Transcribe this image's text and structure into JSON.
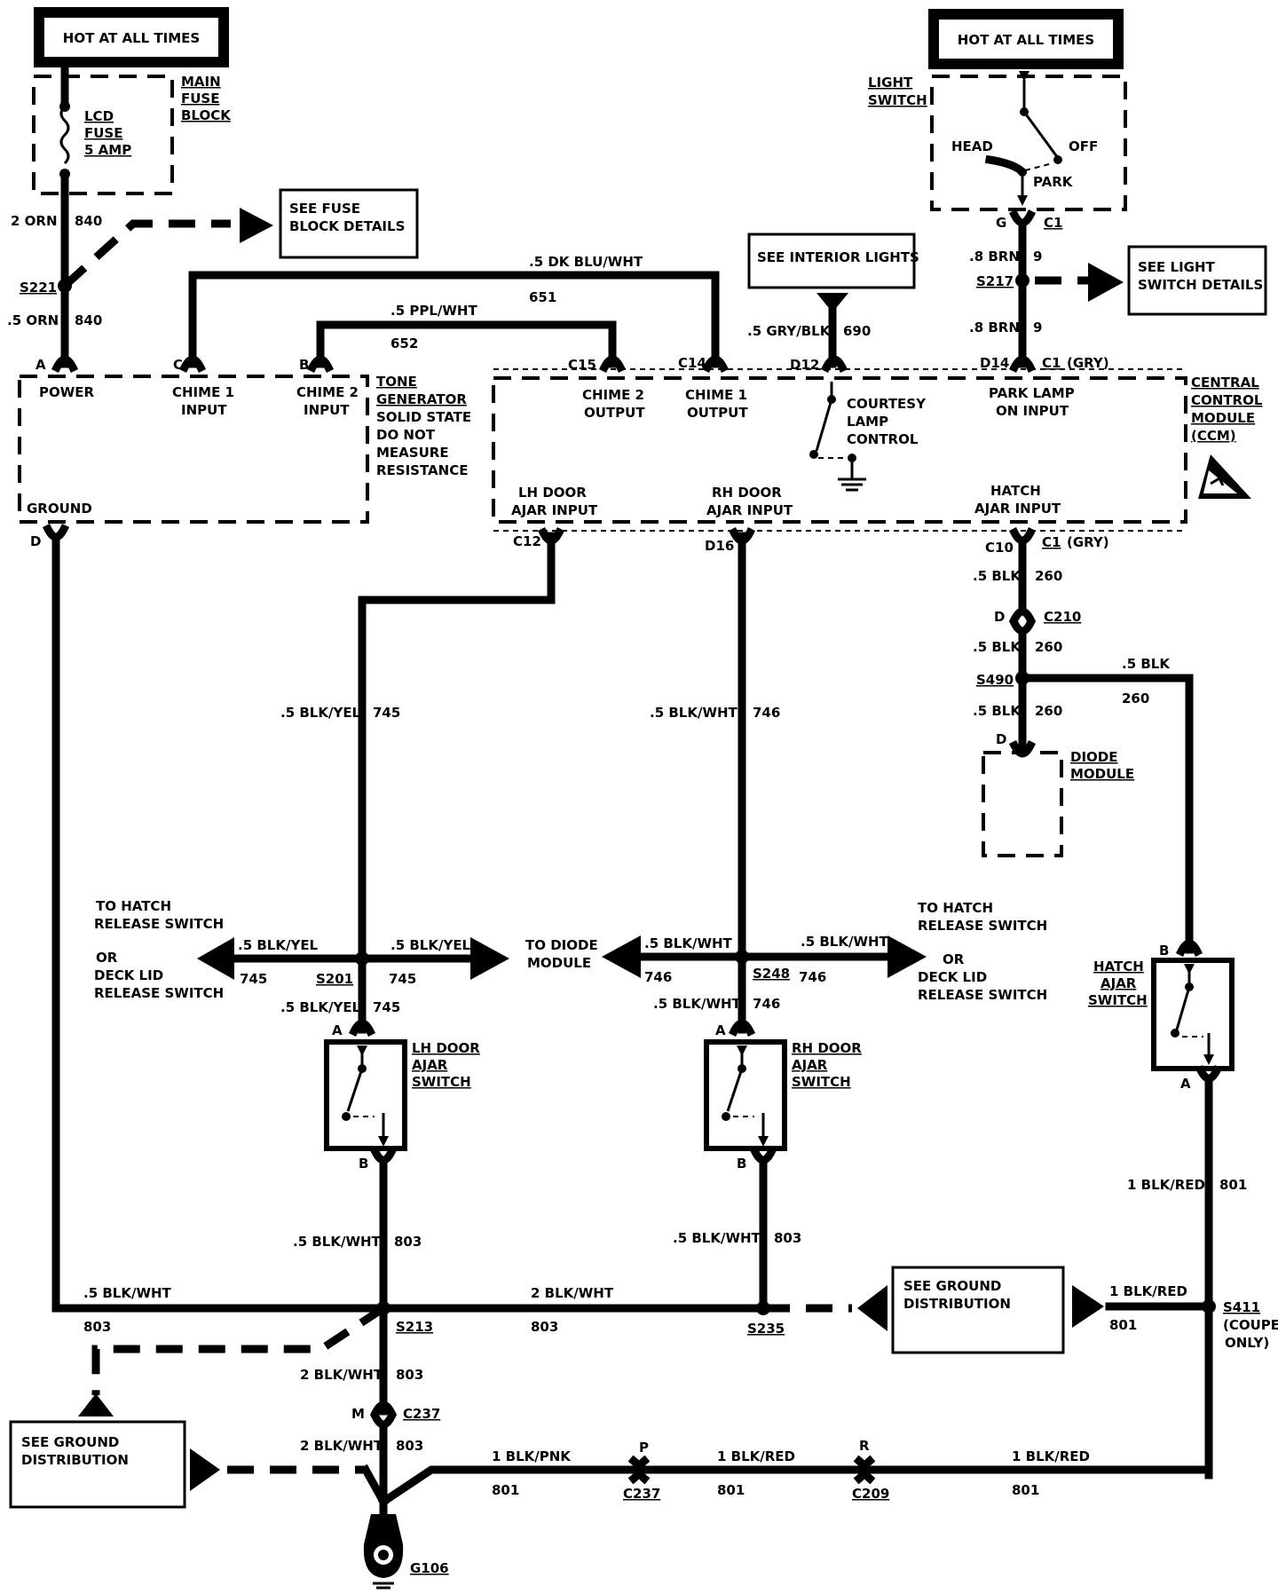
{
  "hot_left": "HOT AT ALL TIMES",
  "hot_right": "HOT AT ALL TIMES",
  "main_fuse_block": [
    "MAIN",
    "FUSE",
    "BLOCK"
  ],
  "lcd_fuse": [
    "LCD",
    "FUSE",
    "5 AMP"
  ],
  "light_switch_title": [
    "LIGHT",
    "SWITCH"
  ],
  "light_switch_positions": {
    "head": "HEAD",
    "off": "OFF",
    "park": "PARK"
  },
  "see_fuse_block": [
    "SEE FUSE",
    "BLOCK DETAILS"
  ],
  "see_interior": "SEE INTERIOR LIGHTS",
  "see_light_switch": [
    "SEE LIGHT",
    "SWITCH DETAILS"
  ],
  "see_ground_right": [
    "SEE GROUND",
    "DISTRIBUTION"
  ],
  "see_ground_left": [
    "SEE GROUND",
    "DISTRIBUTION"
  ],
  "tone_generator_title": [
    "TONE",
    "GENERATOR"
  ],
  "tone_generator_note": [
    "SOLID STATE",
    "DO NOT",
    "MEASURE",
    "RESISTANCE"
  ],
  "ccm_title": [
    "CENTRAL",
    "CONTROL",
    "MODULE",
    "(CCM)"
  ],
  "tone_pins": {
    "power": "POWER",
    "chime1_input": [
      "CHIME 1",
      "INPUT"
    ],
    "chime2_input": [
      "CHIME 2",
      "INPUT"
    ],
    "ground": "GROUND",
    "a": "A",
    "c": "C",
    "b": "B",
    "d": "D"
  },
  "ccm_pins": {
    "chime2_output": [
      "CHIME 2",
      "OUTPUT"
    ],
    "chime1_output": [
      "CHIME 1",
      "OUTPUT"
    ],
    "courtesy": [
      "COURTESY",
      "LAMP",
      "CONTROL"
    ],
    "park_lamp": [
      "PARK LAMP",
      "ON INPUT"
    ],
    "lh_door": [
      "LH DOOR",
      "AJAR INPUT"
    ],
    "rh_door": [
      "RH DOOR",
      "AJAR INPUT"
    ],
    "hatch": [
      "HATCH",
      "AJAR INPUT"
    ],
    "c15": "C15",
    "c14": "C14",
    "d12": "D12",
    "d14": "D14",
    "c1_top": "C1",
    "gry_top": "(GRY)",
    "c12": "C12",
    "d16": "D16",
    "c10": "C10",
    "c1_bot": "C1",
    "gry_bot": "(GRY)"
  },
  "wires": {
    "orn2": "2 ORN",
    "w840a": "840",
    "orn5": ".5 ORN",
    "w840b": "840",
    "dkblu": ".5 DK BLU/WHT",
    "w651": "651",
    "ppl": ".5 PPL/WHT",
    "w652": "652",
    "grybk": ".5 GRY/BLK",
    "w690": "690",
    "brn1": ".8 BRN",
    "w9a": "9",
    "brn2": ".8 BRN",
    "w9b": "9",
    "g": "G",
    "c1sw": "C1",
    "blk1": ".5 BLK",
    "w260a": "260",
    "d_c210": "D",
    "c210": "C210",
    "blk2": ".5 BLK",
    "w260b": "260",
    "blk3": ".5 BLK",
    "w260c": "260",
    "blk4": ".5 BLK",
    "w260d": "260",
    "d_diode": "D",
    "blkyel_main": ".5 BLK/YEL",
    "w745_main": "745",
    "blkwht_main": ".5 BLK/WHT",
    "w746_main": "746",
    "blkyel_l": ".5 BLK/YEL",
    "w745_l": "745",
    "blkyel_r": ".5 BLK/YEL",
    "w745_r": "745",
    "blkyel_d": ".5 BLK/YEL",
    "w745_d": "745",
    "blkwht_l": ".5 BLK/WHT",
    "w746_l": "746",
    "blkwht_r": ".5 BLK/WHT",
    "w746_r": "746",
    "blkwht_d": ".5 BLK/WHT",
    "w746_d": "746",
    "blkwht_803a": ".5 BLK/WHT",
    "w803a": "803",
    "blkwht_803b": ".5 BLK/WHT",
    "w803b": "803",
    "blkwht_gnd": ".5 BLK/WHT",
    "w803gnd": "803",
    "blkwht_2": "2 BLK/WHT",
    "w803c": "803",
    "blkwht_2b": "2 BLK/WHT",
    "w803d": "803",
    "blkwht_2c": "2 BLK/WHT",
    "w803e": "803",
    "blkred_v": "1 BLK/RED",
    "w801v": "801",
    "blkred_h": "1 BLK/RED",
    "w801h": "801",
    "blkpnk": "1 BLK/PNK",
    "w801a": "801",
    "blkred_b": "1 BLK/RED",
    "w801b": "801",
    "blkred_c": "1 BLK/RED",
    "w801c": "801",
    "m": "M",
    "c237a": "C237",
    "p": "P",
    "c237b": "C237",
    "r": "R",
    "c209": "C209",
    "a_lh": "A",
    "b_lh": "B",
    "a_rh": "A",
    "b_rh": "B",
    "b_hatch": "B",
    "a_hatch": "A"
  },
  "splices": {
    "s221": "S221",
    "s217": "S217",
    "s490": "S490",
    "s201": "S201",
    "s248": "S248",
    "s213": "S213",
    "s235": "S235",
    "s411": "S411",
    "s411_note": [
      "(COUPE",
      "ONLY)"
    ],
    "g106": "G106"
  },
  "diode_module": [
    "DIODE",
    "MODULE"
  ],
  "to_hatch_left": [
    "TO HATCH",
    "RELEASE SWITCH",
    "",
    "OR",
    "DECK LID",
    "RELEASE SWITCH"
  ],
  "to_hatch_right": [
    "TO HATCH",
    "RELEASE SWITCH",
    "",
    "OR",
    "DECK LID",
    "RELEASE SWITCH"
  ],
  "to_diode": [
    "TO DIODE",
    "MODULE"
  ],
  "lh_switch": [
    "LH DOOR",
    "AJAR",
    "SWITCH"
  ],
  "rh_switch": [
    "RH DOOR",
    "AJAR",
    "SWITCH"
  ],
  "hatch_switch": [
    "HATCH",
    "AJAR",
    "SWITCH"
  ]
}
